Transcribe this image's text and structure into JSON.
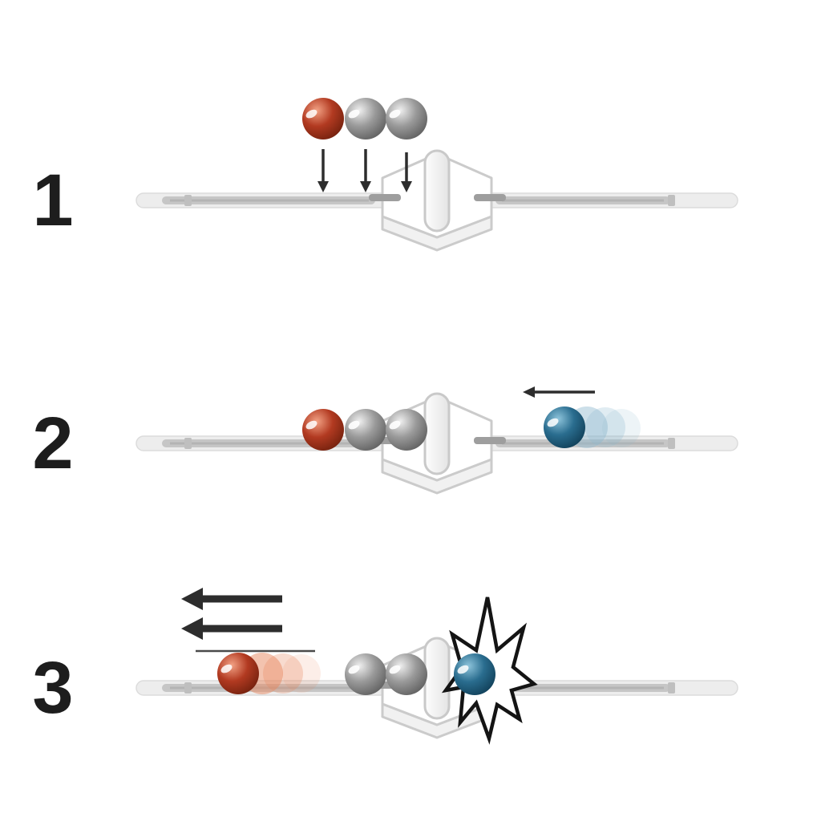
{
  "figure": {
    "kind": "instruction-sequence-diagram",
    "background": "#ffffff"
  },
  "steps": [
    {
      "label": "1",
      "marbles_above_track": [
        "red",
        "silver",
        "silver"
      ],
      "arrows": "three-thin-down-arrows",
      "tile": "hexagon-launcher-tile"
    },
    {
      "label": "2",
      "marbles_on_track": [
        "red",
        "silver",
        "silver"
      ],
      "incoming_marble": "blue",
      "arrows": "thin-left-arrow",
      "tile": "hexagon-launcher-tile"
    },
    {
      "label": "3",
      "launched_marble": "red",
      "marbles_on_track": [
        "silver",
        "silver"
      ],
      "impact_marble": "blue",
      "effect": "collision-burst",
      "arrows": "two-thick-left-arrows",
      "tile": "hexagon-launcher-tile"
    }
  ],
  "colors": {
    "step_number": "#1d1d1d",
    "red_marble_light": "#f2a184",
    "red_marble": "#b23a21",
    "red_marble_dark": "#671c0a",
    "silver_marble_light": "#efefef",
    "silver_marble": "#9a9a9a",
    "silver_marble_dark": "#545454",
    "blue_marble_light": "#8ec4db",
    "blue_marble": "#2a6d8f",
    "blue_marble_dark": "#0c374e",
    "trail_red": "#e8875f",
    "trail_blue": "#8fb9cf",
    "track_base": "#ededed",
    "track_rail": "#c6c6c6",
    "track_stripe": "#a9a9a9",
    "tile_fill": "#ffffff",
    "tile_base": "#f1f1f1",
    "tile_outline": "#cbcbcb",
    "arrow": "#2d2d2d",
    "burst_outline": "#141414",
    "burst_fill": "#ffffff"
  }
}
